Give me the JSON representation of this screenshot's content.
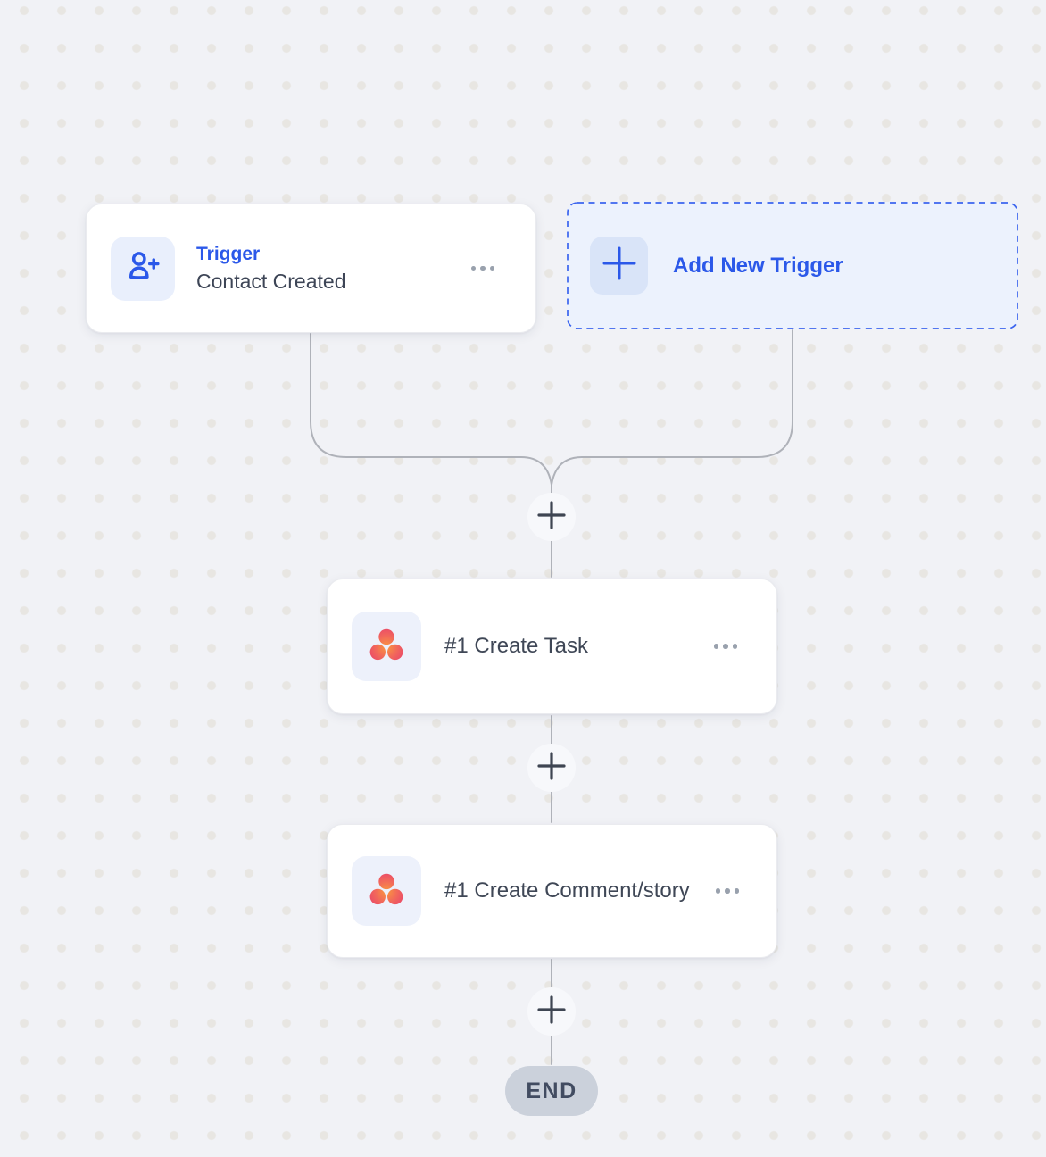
{
  "workflow": {
    "trigger_node": {
      "title": "Trigger",
      "subtitle": "Contact Created",
      "icon": "person-add-icon"
    },
    "add_trigger_node": {
      "label": "Add New Trigger",
      "icon": "plus-icon"
    },
    "steps": [
      {
        "label": "#1 Create Task",
        "icon": "asana-icon"
      },
      {
        "label": "#1 Create Comment/story",
        "icon": "asana-icon"
      }
    ],
    "end_node": {
      "label": "END"
    },
    "connector_buttons": {
      "icon": "plus-icon",
      "count": 3
    },
    "menu_icon": "ellipsis-icon"
  },
  "colors": {
    "canvas_background": "#f1f2f6",
    "grid_dot": "#e8e6e2",
    "accent_blue": "#2b58e9",
    "add_trigger_fill": "#ecf2fd",
    "add_trigger_border": "#3b64ee",
    "card_background": "#ffffff",
    "text_dark": "#3f4756",
    "connector_line": "#afb2b9",
    "end_pill_background": "#cbd1db",
    "asana_gradient_inner": "#f9973f",
    "asana_gradient_outer": "#ea4a69"
  }
}
